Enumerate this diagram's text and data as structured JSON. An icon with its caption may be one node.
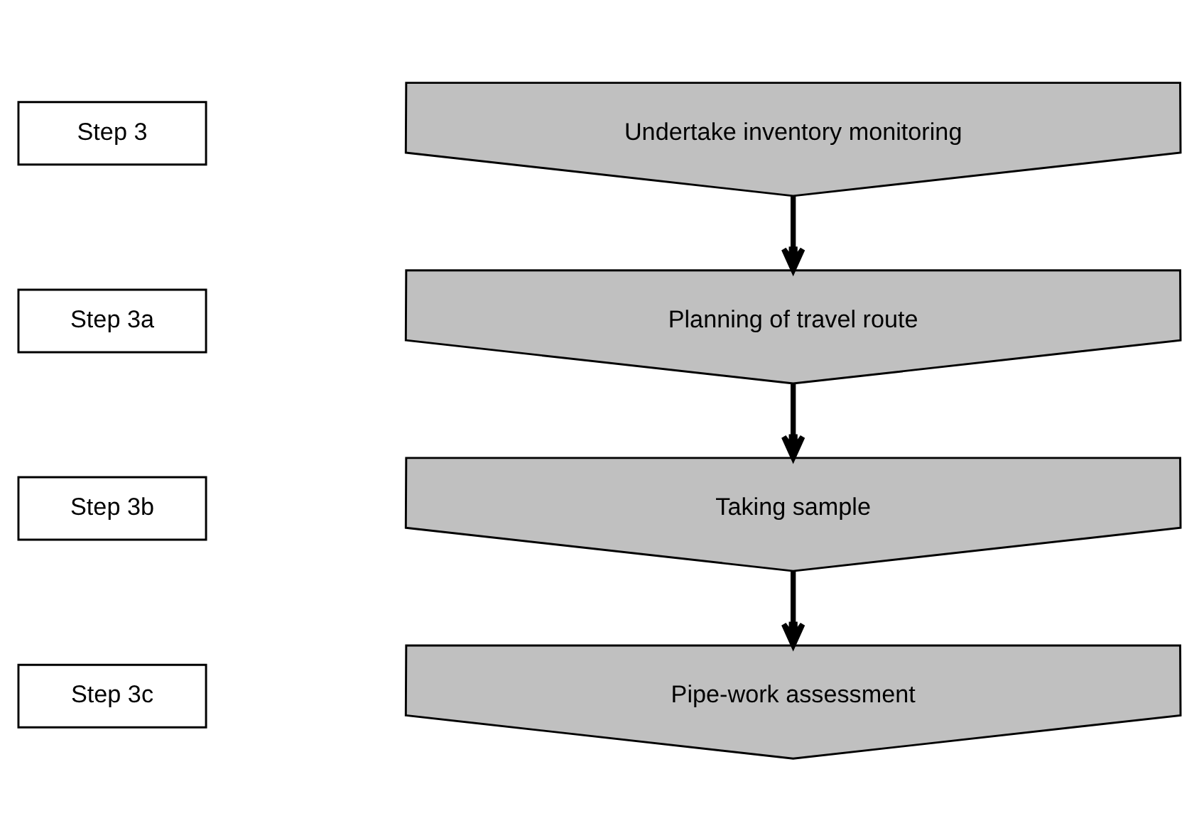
{
  "diagram": {
    "nodes": [
      {
        "text": [
          "Step 3"
        ]
      },
      {
        "text": [
          "Undertake inventory monitoring"
        ]
      },
      {
        "text": [
          "Step 3a"
        ]
      },
      {
        "text": [
          "Planning of travel route"
        ]
      },
      {
        "text": [
          "Step 3b"
        ]
      },
      {
        "text": [
          "Taking sample"
        ]
      },
      {
        "text": [
          "Step 3c"
        ]
      },
      {
        "text": [
          "Pipe-work assessment"
        ]
      }
    ],
    "edges": [
      {
        "from": 1,
        "to": 3,
        "arrow": "to"
      },
      {
        "from": 3,
        "to": 5,
        "arrow": "to"
      },
      {
        "from": 5,
        "to": 7,
        "arrow": "to"
      }
    ]
  }
}
